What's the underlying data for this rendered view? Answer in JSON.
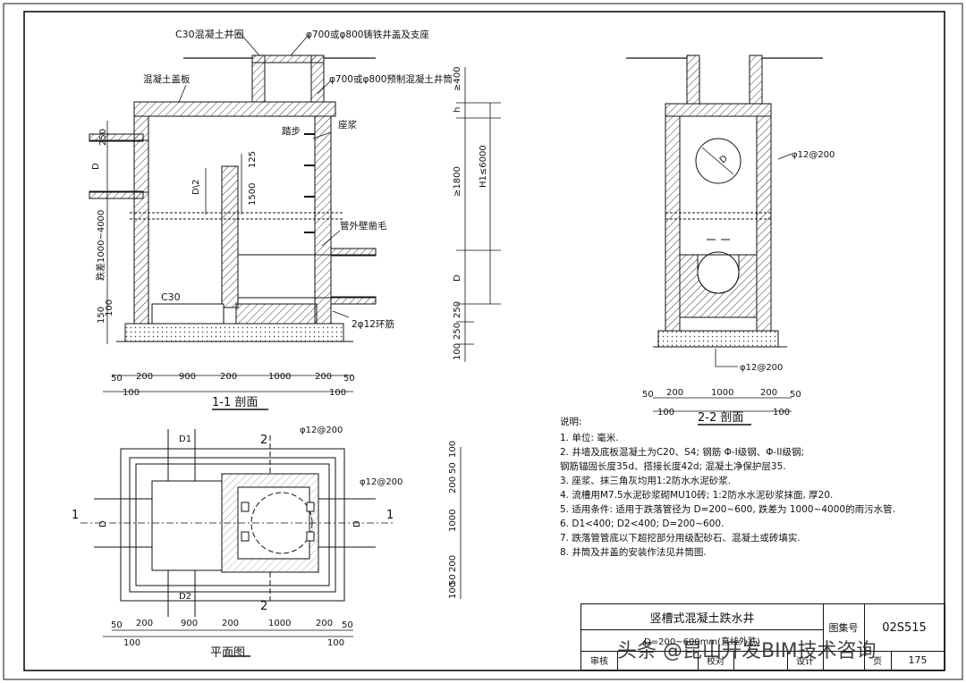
{
  "labels": {
    "c30_ring": "C30混凝土井圈",
    "cover": "φ700或φ800铸铁井盖及支座",
    "slab": "混凝土盖板",
    "shaft": "φ700或φ800预制混凝土井筒",
    "step": "踏步",
    "mortar": "座浆",
    "pipe_collar": "管外壁凿毛",
    "c30": "C30",
    "ring_bar": "2φ12环筋",
    "rebar_1": "φ12@200",
    "rebar_2": "φ12@200",
    "rebar_3": "φ12@200",
    "rebar_4": "φ12@200",
    "h1": "H1≤6000",
    "drop": "跌差1000~4000",
    "d_left": "D",
    "d2": "D\\2",
    "d1": "D1",
    "d2b": "D2",
    "d_plan_l": "D",
    "d_plan_r": "D",
    "d_22": "D",
    "d_dim": "D"
  },
  "dims": {
    "left_a": "50",
    "left_b": "200",
    "left_c": "900",
    "left_d": "200",
    "left_e": "1000",
    "left_f": "200",
    "left_g": "50",
    "left_h": "100",
    "left_i": "100",
    "v250": "250",
    "v125": "125",
    "v1500": "1500",
    "v150": "150",
    "v100": "100",
    "r400": "≥400",
    "rh": "h",
    "r1800": "≥1800",
    "rD": "D",
    "r250a": "250",
    "r250b": "250",
    "r100": "100",
    "s2_a": "50",
    "s2_b": "200",
    "s2_c": "1000",
    "s2_d": "200",
    "s2_e": "50",
    "s2_f": "100",
    "s2_g": "100",
    "p_a": "50",
    "p_b": "200",
    "p_c": "900",
    "p_d": "200",
    "p_e": "1000",
    "p_f": "200",
    "p_g": "50",
    "p_h": "100",
    "p_i": "100",
    "p_v200a": "200",
    "p_v200b": "200",
    "p_v1000": "1000",
    "p_v50a": "50",
    "p_v50b": "50",
    "p_v100a": "100",
    "p_v100b": "100"
  },
  "titles": {
    "sec11": "1-1 剖面",
    "sec22": "2-2 剖面",
    "plan": "平面图",
    "mark1a": "1",
    "mark1b": "1",
    "mark2a": "2",
    "mark2b": "2"
  },
  "notes": {
    "heading": "说明:",
    "items": [
      "1. 单位: 毫米.",
      "2. 井墙及底板混凝土为C20、S4; 钢筋 Φ-I级钢、Φ-II级钢;",
      "   钢筋锚固长度35d、搭接长度42d; 混凝土净保护层35.",
      "3. 座浆、抹三角灰均用1:2防水水泥砂浆.",
      "4. 流槽用M7.5水泥砂浆砌MU10砖; 1:2防水水泥砂浆抹面, 厚20.",
      "5. 适用条件: 适用于跌落管径为 D=200~600, 跌差为 1000~4000的雨污水管.",
      "6. D1<400; D2<400; D=200~600.",
      "7. 跌落管管底以下超挖部分用级配砂石、混凝土或砖填实.",
      "8. 井筒及井盖的安装作法见井筒图."
    ]
  },
  "title_block": {
    "title": "竖槽式混凝土跌水井",
    "subtitle": "D=200~600mm(直线外跌)",
    "atlas_label": "图集号",
    "atlas_no": "02S515",
    "page_label": "页",
    "page_no": "175",
    "review": "审核",
    "check": "校对",
    "design": "设计"
  },
  "watermark": "头条 @昆山开发BIM技术咨询"
}
